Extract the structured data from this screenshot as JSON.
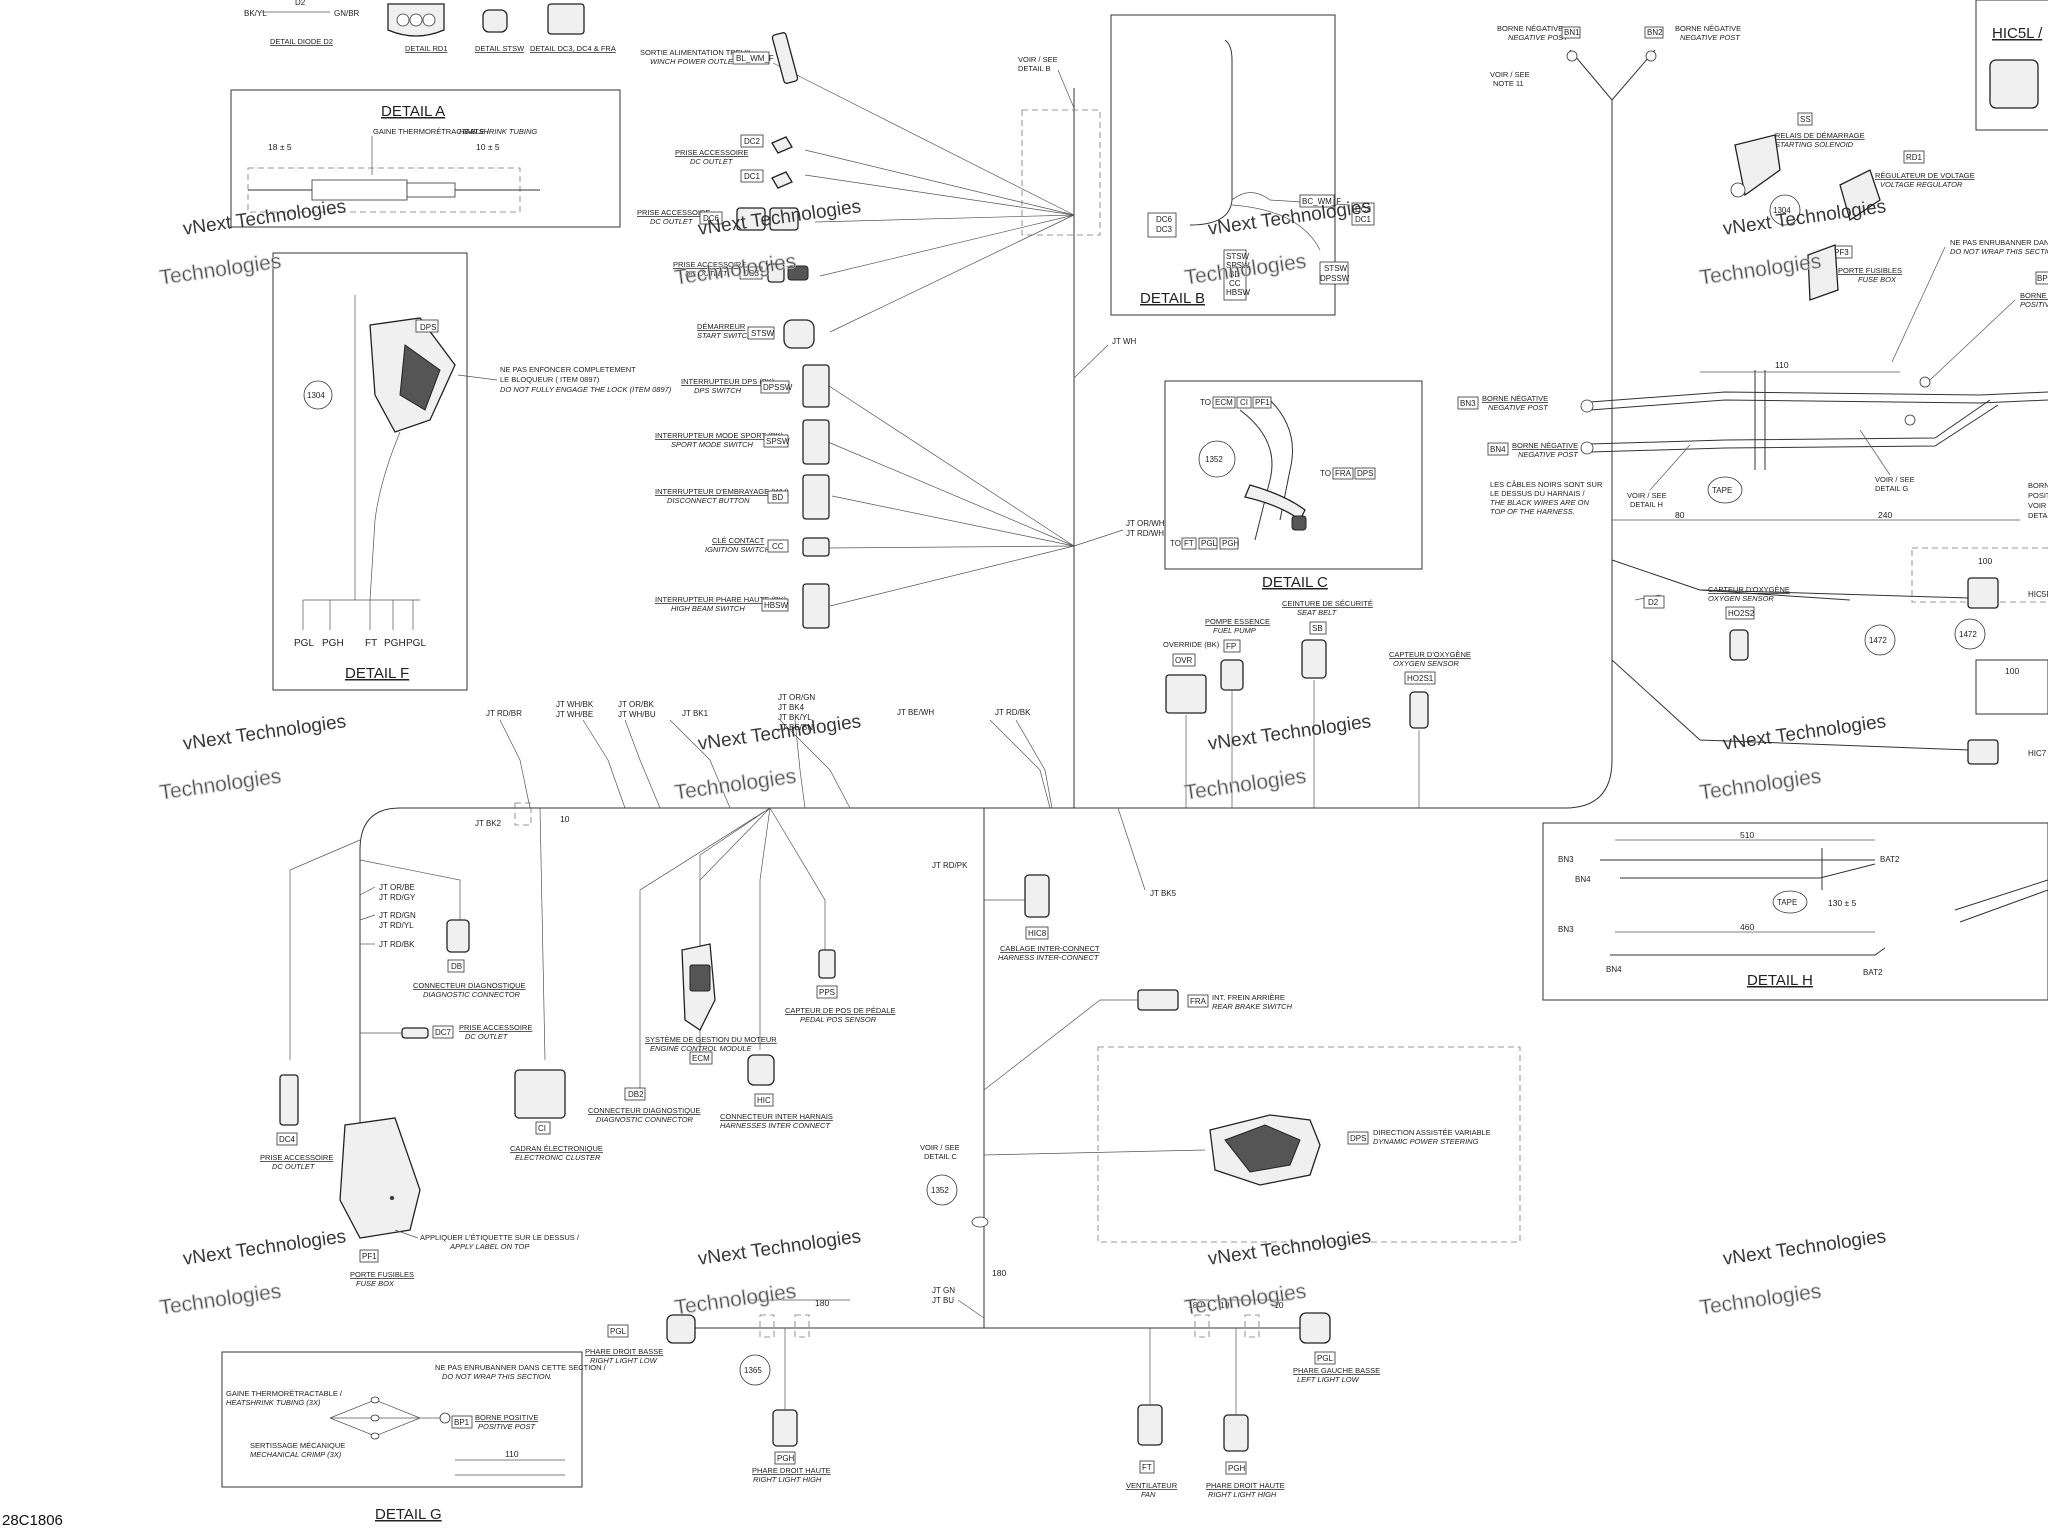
{
  "doc_number": "28C1806",
  "watermark": [
    "vNext Technologies",
    "Technologies"
  ],
  "details": {
    "a": "DETAIL A",
    "b": "DETAIL B",
    "c": "DETAIL C",
    "f": "DETAIL F",
    "g": "DETAIL G",
    "h": "DETAIL H",
    "top_right": "HIC5L /"
  },
  "top_details": {
    "diode": "DETAIL DIODE D2",
    "rd1": "DETAIL RD1",
    "stsw": "DETAIL STSW",
    "dc": "DETAIL DC3, DC4 & FRA",
    "d2": "D2",
    "bk_yl": "BK/YL",
    "gn_br": "GN/BR"
  },
  "detail_a": {
    "fr": "GAINE THERMORÉTRACTABLE /",
    "en": "HEATSHRINK TUBING",
    "dim1": "18 ± 5",
    "dim2": "10 ± 5"
  },
  "detail_f": {
    "code": "DPS",
    "circle": "1304",
    "note_fr": [
      "NE PAS ENFONCER COMPLETEMENT",
      "LE BLOQUEUR ( ITEM 0897)"
    ],
    "note_en": "DO NOT FULLY ENGAGE THE LOCK (ITEM 0897)",
    "pins": [
      "PGL",
      "PGH",
      "FT",
      "PGH",
      "PGL"
    ]
  },
  "winch": {
    "fr": "SORTIE ALIMENTATION TREUIL",
    "en": "WINCH POWER OUTLET",
    "code": "BL_WM_F"
  },
  "voir_b": [
    "VOIR / SEE",
    "DETAIL B"
  ],
  "left_connectors": [
    {
      "fr": "PRISE ACCESSOIRE",
      "en": "DC OUTLET",
      "codes": [
        "DC2",
        "DC1"
      ]
    },
    {
      "fr": "PRISE ACCESSOIRE",
      "en": "DC OUTLET",
      "codes": [
        "DC6"
      ]
    },
    {
      "fr": "PRISE ACCESSOIRE",
      "en": "DC OUTLET",
      "codes": [
        "DC3"
      ]
    },
    {
      "fr": "DÉMARREUR",
      "en": "START SWITCH",
      "codes": [
        "STSW"
      ]
    },
    {
      "fr": "INTERRUPTEUR DPS (BK)",
      "en": "DPS SWITCH",
      "codes": [
        "DPSSW"
      ]
    },
    {
      "fr": "INTERRUPTEUR MODE SPORT (BK)",
      "en": "SPORT MODE SWITCH",
      "codes": [
        "SPSW"
      ]
    },
    {
      "fr": "INTERRUPTEUR D'EMBRAYAGE (WH)",
      "en": "DISCONNECT BUTTON",
      "codes": [
        "BD"
      ]
    },
    {
      "fr": "CLÉ CONTACT",
      "en": "IGNITION SWITCH",
      "codes": [
        "CC"
      ]
    },
    {
      "fr": "INTERRUPTEUR PHARE HAUTE (BK)",
      "en": "HIGH BEAM SWITCH",
      "codes": [
        "HBSW"
      ]
    }
  ],
  "jt_labels": {
    "wh": "JT WH",
    "or_rd": [
      "JT OR/WH",
      "JT RD/WH"
    ],
    "rd_br": "JT RD/BR",
    "wh_bk": [
      "JT WH/BK",
      "JT WH/BE"
    ],
    "or_bk": [
      "JT OR/BK",
      "JT WH/BU"
    ],
    "bk1": "JT BK1",
    "multi": [
      "JT OR/GN",
      "JT BK4",
      "JT BK/YL",
      "JT BE/BN"
    ],
    "be_wh": "JT BE/WH",
    "rd_bk": "JT RD/BK",
    "bk2": "JT BK2",
    "rd_pk": "JT RD/PK",
    "bk5": "JT BK5",
    "gn_bu": [
      "JT GN",
      "JT BU"
    ],
    "left_stack": [
      "JT OR/BE",
      "JT RD/GY",
      "JT RD/GN",
      "JT RD/YL",
      "JT RD/BK"
    ]
  },
  "detail_b": {
    "codes": [
      "DC6",
      "DC3"
    ],
    "right_codes": [
      "DC2",
      "DC1"
    ],
    "wm": "BC_WM_F",
    "bottom_codes": [
      "STSW",
      "SPSW",
      "BD",
      "CC",
      "HBSW"
    ],
    "sw": [
      "STSW",
      "DPSSW"
    ]
  },
  "detail_c": {
    "circle": "1352",
    "to1": "TO",
    "codes1": [
      "ECM",
      "CI",
      "PF1"
    ],
    "to2": "TO",
    "codes2": [
      "FRA",
      "DPS"
    ],
    "to3": "TO",
    "codes3": [
      "FT",
      "PGL",
      "PGH"
    ]
  },
  "right_top": {
    "bn1": {
      "fr": "BORNE NÉGATIVE",
      "en": "NEGATIVE POST",
      "code": "BN1"
    },
    "bn2": {
      "fr": "BORNE NÉGATIVE",
      "en": "NEGATIVE POST",
      "code": "BN2"
    },
    "voir": [
      "VOIR / SEE",
      "NOTE 11"
    ],
    "ss": {
      "fr": "RELAIS DE DÉMARRAGE",
      "en": "STARTING SOLENOID",
      "code": "SS"
    },
    "rd1": {
      "fr": "RÉGULATEUR DE VOLTAGE",
      "en": "VOLTAGE REGULATOR",
      "code": "RD1"
    },
    "fuse": {
      "fr": "PORTE FUSIBLES",
      "en": "FUSE BOX",
      "code": "PF3"
    },
    "note": {
      "fr": "NE PAS ENRUBANNER DANS CETTE",
      "en": "DO NOT WRAP THIS SECTION."
    },
    "circle": "1304",
    "bp": {
      "code": "BP",
      "fr": "BORNE P",
      "en": "POSITIV"
    }
  },
  "bn3": {
    "fr": "BORNE NÉGATIVE",
    "en": "NEGATIVE POST",
    "code": "BN3"
  },
  "bn4": {
    "fr": "BORNE NÉGATIVE",
    "en": "NEGATIVE POST",
    "code": "BN4"
  },
  "black_wires": {
    "fr": [
      "LES CÂBLES NOIRS SONT SUR",
      "LE DESSUS DU HARNAIS /"
    ],
    "en": [
      "THE BLACK WIRES ARE ON",
      "TOP OF THE HARNESS."
    ]
  },
  "voir_h": [
    "VOIR / SEE",
    "DETAIL H"
  ],
  "voir_g": [
    "VOIR / SEE",
    "DETAIL G"
  ],
  "tape": "TAPE",
  "dims_right": {
    "d110": "110",
    "d80": "80",
    "d240": "240",
    "d100a": "100",
    "d100b": "100"
  },
  "borne_right": [
    "BORNE",
    "POSITI",
    "VOIR",
    "DETA"
  ],
  "d2": "D2",
  "oxy_top": {
    "fr": "CAPTEUR D'OXYGÈNE",
    "en": "OXYGEN SENSOR",
    "code": "HO2S2"
  },
  "mid_right": {
    "hic5r": "HIC5R",
    "circle1": "1472",
    "circle2": "1472",
    "hic7": "HIC7",
    "ovr": {
      "fr": "OVERRIDE (BK)",
      "code": "OVR"
    },
    "fp": {
      "fr": "POMPE ESSENCE",
      "en": "FUEL PUMP",
      "code": "FP"
    },
    "sb": {
      "fr": "CEINTURE DE SÉCURITÉ",
      "en": "SEAT BELT",
      "code": "SB"
    },
    "oxy": {
      "fr": "CAPTEUR D'OXYGÈNE",
      "en": "OXYGEN SENSOR",
      "code": "HO2S1"
    }
  },
  "detail_h": {
    "bn3": "BN3",
    "bn4": "BN4",
    "bat2": "BAT2",
    "bn3b": "BN3",
    "bn4b": "BN4",
    "bat2b": "BAT2",
    "d510": "510",
    "d130": "130 ± 5",
    "d460": "460",
    "tape": "TAPE"
  },
  "bottom": {
    "db": {
      "fr": "CONNECTEUR DIAGNOSTIQUE",
      "en": "DIAGNOSTIC CONNECTOR",
      "code": "DB"
    },
    "dc7": {
      "fr": "PRISE ACCESSOIRE",
      "en": "DC OUTLET",
      "code": "DC7"
    },
    "dc4": {
      "fr": "PRISE ACCESSOIRE",
      "en": "DC OUTLET",
      "code": "DC4"
    },
    "pf1": {
      "fr": "PORTE FUSIBLES",
      "en": "FUSE BOX",
      "code": "PF1"
    },
    "label": {
      "fr": "APPLIQUER L'ÉTIQUETTE SUR LE DESSUS /",
      "en": "APPLY LABEL ON TOP"
    },
    "ci": {
      "fr": "CADRAN ÉLECTRONIQUE",
      "en": "ELECTRONIC CLUSTER",
      "code": "CI"
    },
    "db2": {
      "fr": "CONNECTEUR DIAGNOSTIQUE",
      "en": "DIAGNOSTIC CONNECTOR",
      "code": "DB2"
    },
    "ecm": {
      "fr": "SYSTÈME DE GESTION DU MOTEUR",
      "en": "ENGINE CONTROL MODULE",
      "code": "ECM"
    },
    "hic": {
      "fr": "CONNECTEUR INTER HARNAIS",
      "en": "HARNESSES INTER CONNECT",
      "code": "HIC"
    },
    "pps": {
      "fr": "CAPTEUR DE POS DE PÉDALE",
      "en": "PEDAL POS SENSOR",
      "code": "PPS"
    },
    "hic8": {
      "fr": "CABLAGE INTER-CONNECT",
      "en": "HARNESS INTER-CONNECT",
      "code": "HIC8"
    },
    "fra": {
      "fr": "INT. FREIN ARRIÈRE",
      "en": "REAR BRAKE SWITCH",
      "code": "FRA"
    },
    "dps": {
      "fr": "DIRECTION ASSISTÉE VARIABLE",
      "en": "DYNAMIC POWER STEERING",
      "code": "DPS"
    },
    "voir_c": [
      "VOIR / SEE",
      "DETAIL C"
    ],
    "circle": "1352",
    "d10": "10",
    "d180": "180",
    "d180b": "180",
    "pgl": {
      "fr": "PHARE DROIT BASSE",
      "en": "RIGHT LIGHT LOW",
      "code": "PGL"
    },
    "pgl2": {
      "fr": "PHARE GAUCHE BASSE",
      "en": "LEFT LIGHT LOW",
      "code": "PGL"
    },
    "pgh": {
      "fr": "PHARE DROIT HAUTE",
      "en": "RIGHT LIGHT HIGH",
      "code": "PGH"
    },
    "pgh2": {
      "fr": "PHARE DROIT HAUTE",
      "en": "RIGHT LIGHT HIGH",
      "code": "PGH"
    },
    "ft": {
      "fr": "VENTILATEUR",
      "en": "FAN",
      "code": "FT"
    },
    "circle2": "1365",
    "d180c": "180",
    "d10b": "10",
    "d10c": "10",
    "d180d": "180"
  },
  "detail_g": {
    "fr1": "GAINE THERMORÉTRACTABLE /",
    "en1": "HEATSHRINK TUBING (3X)",
    "note_fr": "NE PAS ENRUBANNER DANS CETTE SECTION /",
    "note_en": "DO NOT WRAP THIS SECTION.",
    "crimp_fr": "SERTISSAGE MÉCANIQUE",
    "crimp_en": "MECHANICAL CRIMP (3X)",
    "bp1": {
      "fr": "BORNE POSITIVE",
      "en": "POSITIVE POST",
      "code": "BP1"
    },
    "dim": "110"
  }
}
